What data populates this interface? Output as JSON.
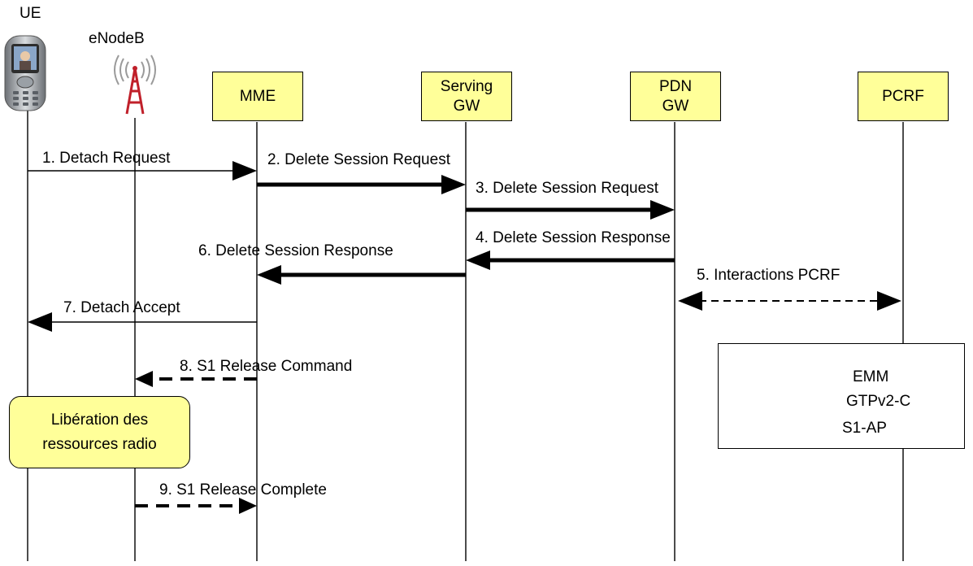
{
  "entities": {
    "ue": "UE",
    "enodeb": "eNodeB",
    "mme": "MME",
    "sgw": "Serving\nGW",
    "pgw": "PDN\nGW",
    "pcrf": "PCRF"
  },
  "messages": [
    "1. Detach Request",
    "2. Delete Session Request",
    "3. Delete Session Request",
    "4. Delete Session Response",
    "5. Interactions PCRF",
    "6. Delete Session Response",
    "7. Detach Accept",
    "8. S1 Release Command",
    "9. S1 Release Complete"
  ],
  "note": "Libération des ressources radio",
  "legend": [
    "EMM",
    "GTPv2-C",
    "S1-AP"
  ],
  "colors": {
    "box_fill": "#ffff99",
    "line": "#000000",
    "antenna_red": "#c0202a"
  },
  "icons": [
    "phone-icon",
    "antenna-icon"
  ]
}
